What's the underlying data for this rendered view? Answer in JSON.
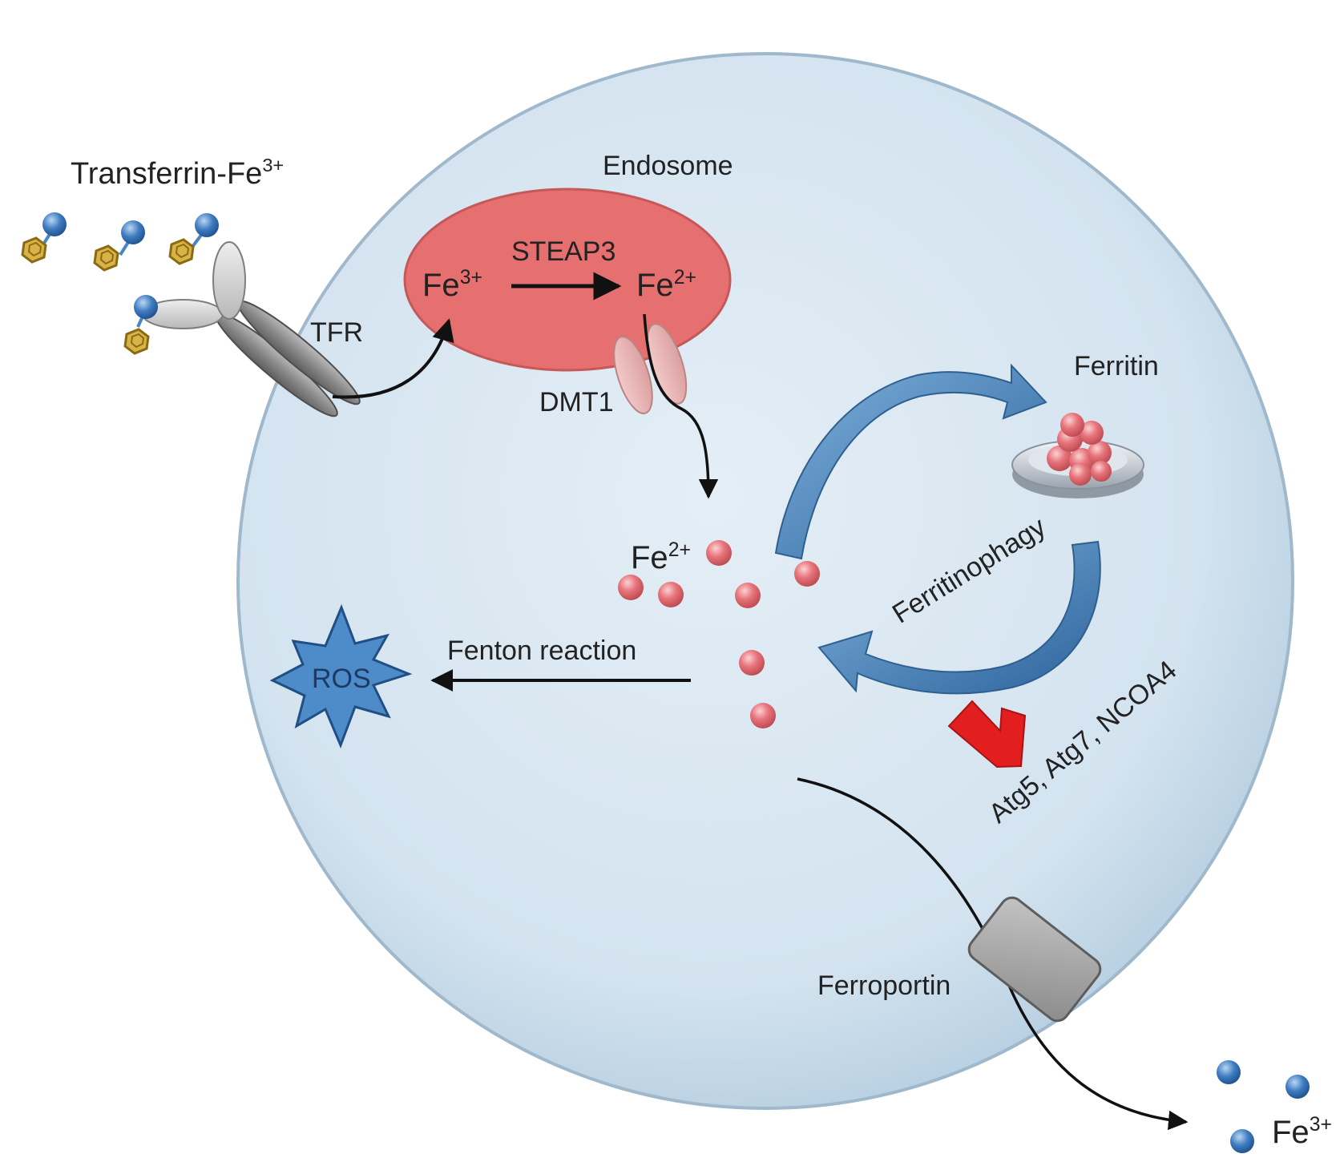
{
  "labels": {
    "transferrin": "Transferrin-Fe",
    "transferrin_sup": "3+",
    "endosome": "Endosome",
    "steap3": "STEAP3",
    "endo_fe3": "Fe",
    "endo_fe3_sup": "3+",
    "endo_fe2": "Fe",
    "endo_fe2_sup": "2+",
    "tfr": "TFR",
    "dmt1": "DMT1",
    "ferritin": "Ferritin",
    "cyto_fe2": "Fe",
    "cyto_fe2_sup": "2+",
    "fenton": "Fenton reaction",
    "ros": "ROS",
    "ferritinophagy": "Ferritinophagy",
    "regulators": "Atg5, Atg7, NCOA4",
    "ferroportin": "Ferroportin",
    "out_fe3": "Fe",
    "out_fe3_sup": "3+"
  },
  "colors": {
    "cell_fill": "#d6e5f0",
    "endosome_fill": "#e66f6f",
    "iron_ion": "#e07079",
    "transferrin_ball": "#3b78b8",
    "blue_arrow": "#3f7ab0",
    "red_arrow": "#e21e1e",
    "ros_star": "#3d7fc0"
  }
}
